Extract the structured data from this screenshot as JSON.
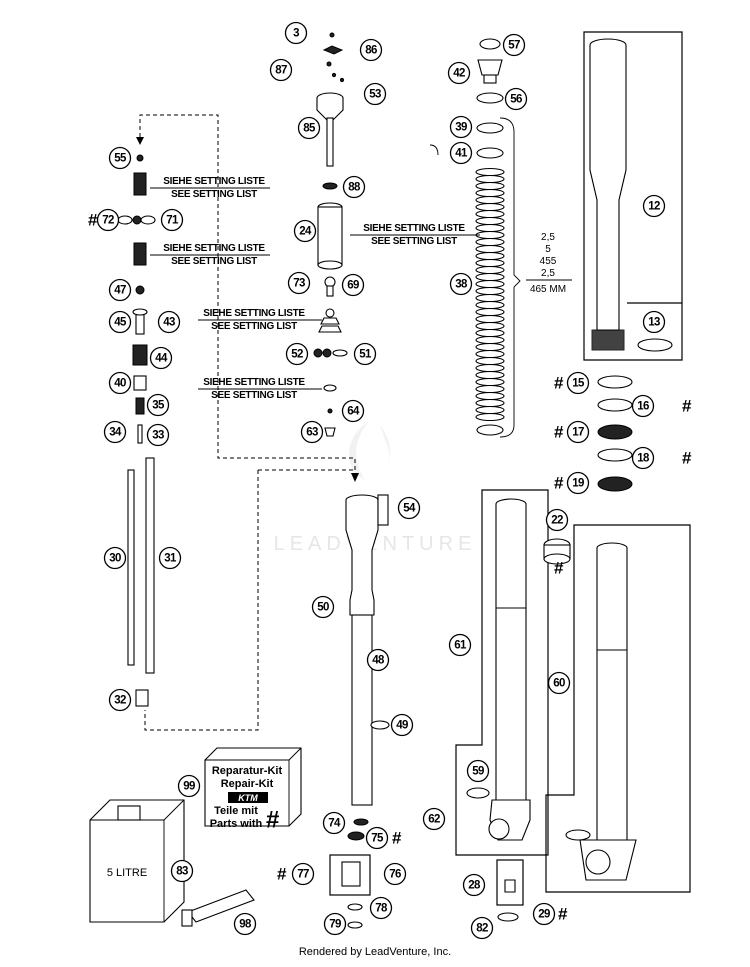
{
  "watermark": "LEADVENTURE",
  "footer": "Rendered by LeadVenture, Inc.",
  "setting_note": {
    "de": "SIEHE SETTING LISTE",
    "en": "SEE SETTING LIST"
  },
  "spring_spec": [
    "2,5",
    "5",
    "455",
    "2,5",
    "465 MM"
  ],
  "repair_kit": {
    "line1": "Reparatur-Kit",
    "line2": "Repair-Kit",
    "line3": "Teile mit",
    "line4": "Parts with",
    "logo": "KTM"
  },
  "oil_can_label": "5 LITRE",
  "hash_mark": "#",
  "callouts": [
    "3",
    "86",
    "87",
    "53",
    "85",
    "88",
    "24",
    "73",
    "69",
    "52",
    "51",
    "64",
    "63",
    "57",
    "42",
    "56",
    "39",
    "41",
    "38",
    "12",
    "13",
    "15",
    "16",
    "17",
    "18",
    "19",
    "55",
    "72",
    "71",
    "47",
    "45",
    "43",
    "44",
    "40",
    "35",
    "34",
    "33",
    "30",
    "31",
    "32",
    "54",
    "50",
    "48",
    "49",
    "74",
    "75",
    "77",
    "76",
    "78",
    "79",
    "22",
    "61",
    "60",
    "59",
    "62",
    "28",
    "29",
    "82",
    "99",
    "83",
    "98"
  ]
}
